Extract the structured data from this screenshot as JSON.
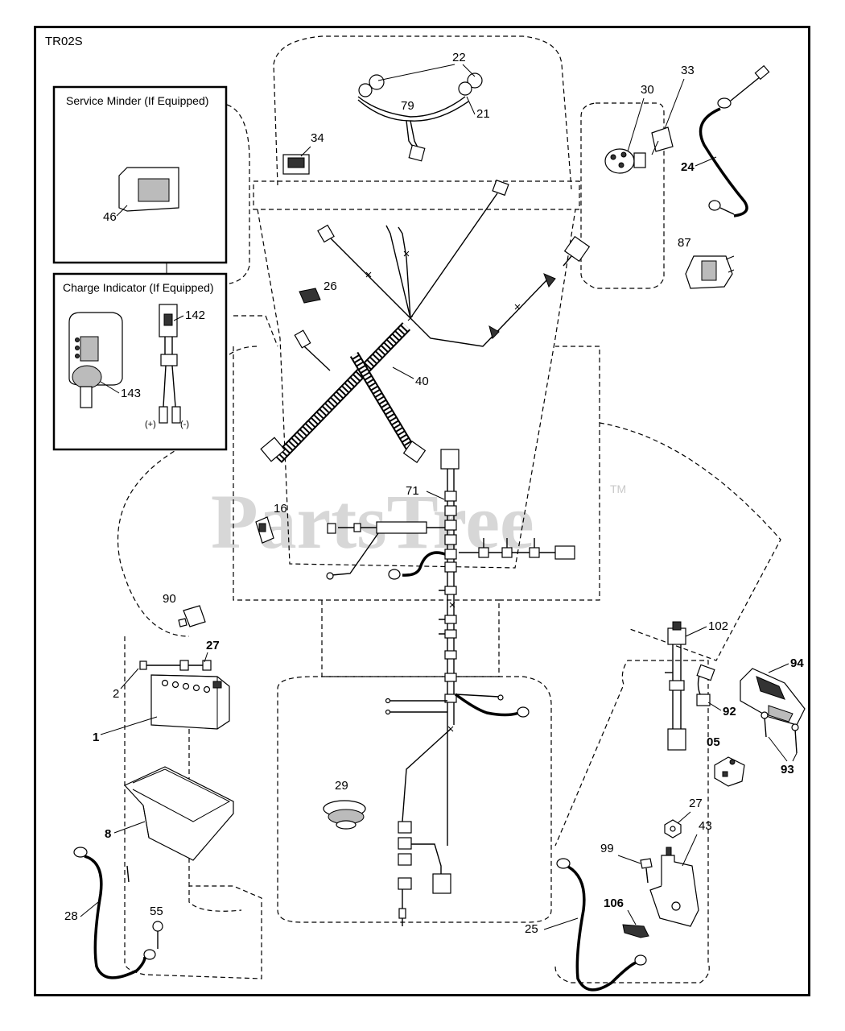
{
  "diagram": {
    "code": "TR02S",
    "watermark": "PartsTree",
    "watermark_tm": "TM",
    "boxes": {
      "service_minder": "Service Minder (If Equipped)",
      "charge_indicator": "Charge Indicator (If Equipped)"
    },
    "polarity": {
      "plus": "(+)",
      "minus": "(-)"
    },
    "labels": {
      "p22": "22",
      "p21": "21",
      "p79": "79",
      "p33": "33",
      "p30": "30",
      "p34": "34",
      "p24": "24",
      "p87": "87",
      "p46": "46",
      "p26": "26",
      "p142": "142",
      "p143": "143",
      "p40": "40",
      "p71": "71",
      "p16": "16",
      "p90": "90",
      "p27a": "27",
      "p2": "2",
      "p1": "1",
      "p8": "8",
      "p28": "28",
      "p55": "55",
      "p29": "29",
      "p102": "102",
      "p94": "94",
      "p92": "92",
      "p05": "05",
      "p93": "93",
      "p27b": "27",
      "p43": "43",
      "p99": "99",
      "p106": "106",
      "p25": "25"
    }
  }
}
